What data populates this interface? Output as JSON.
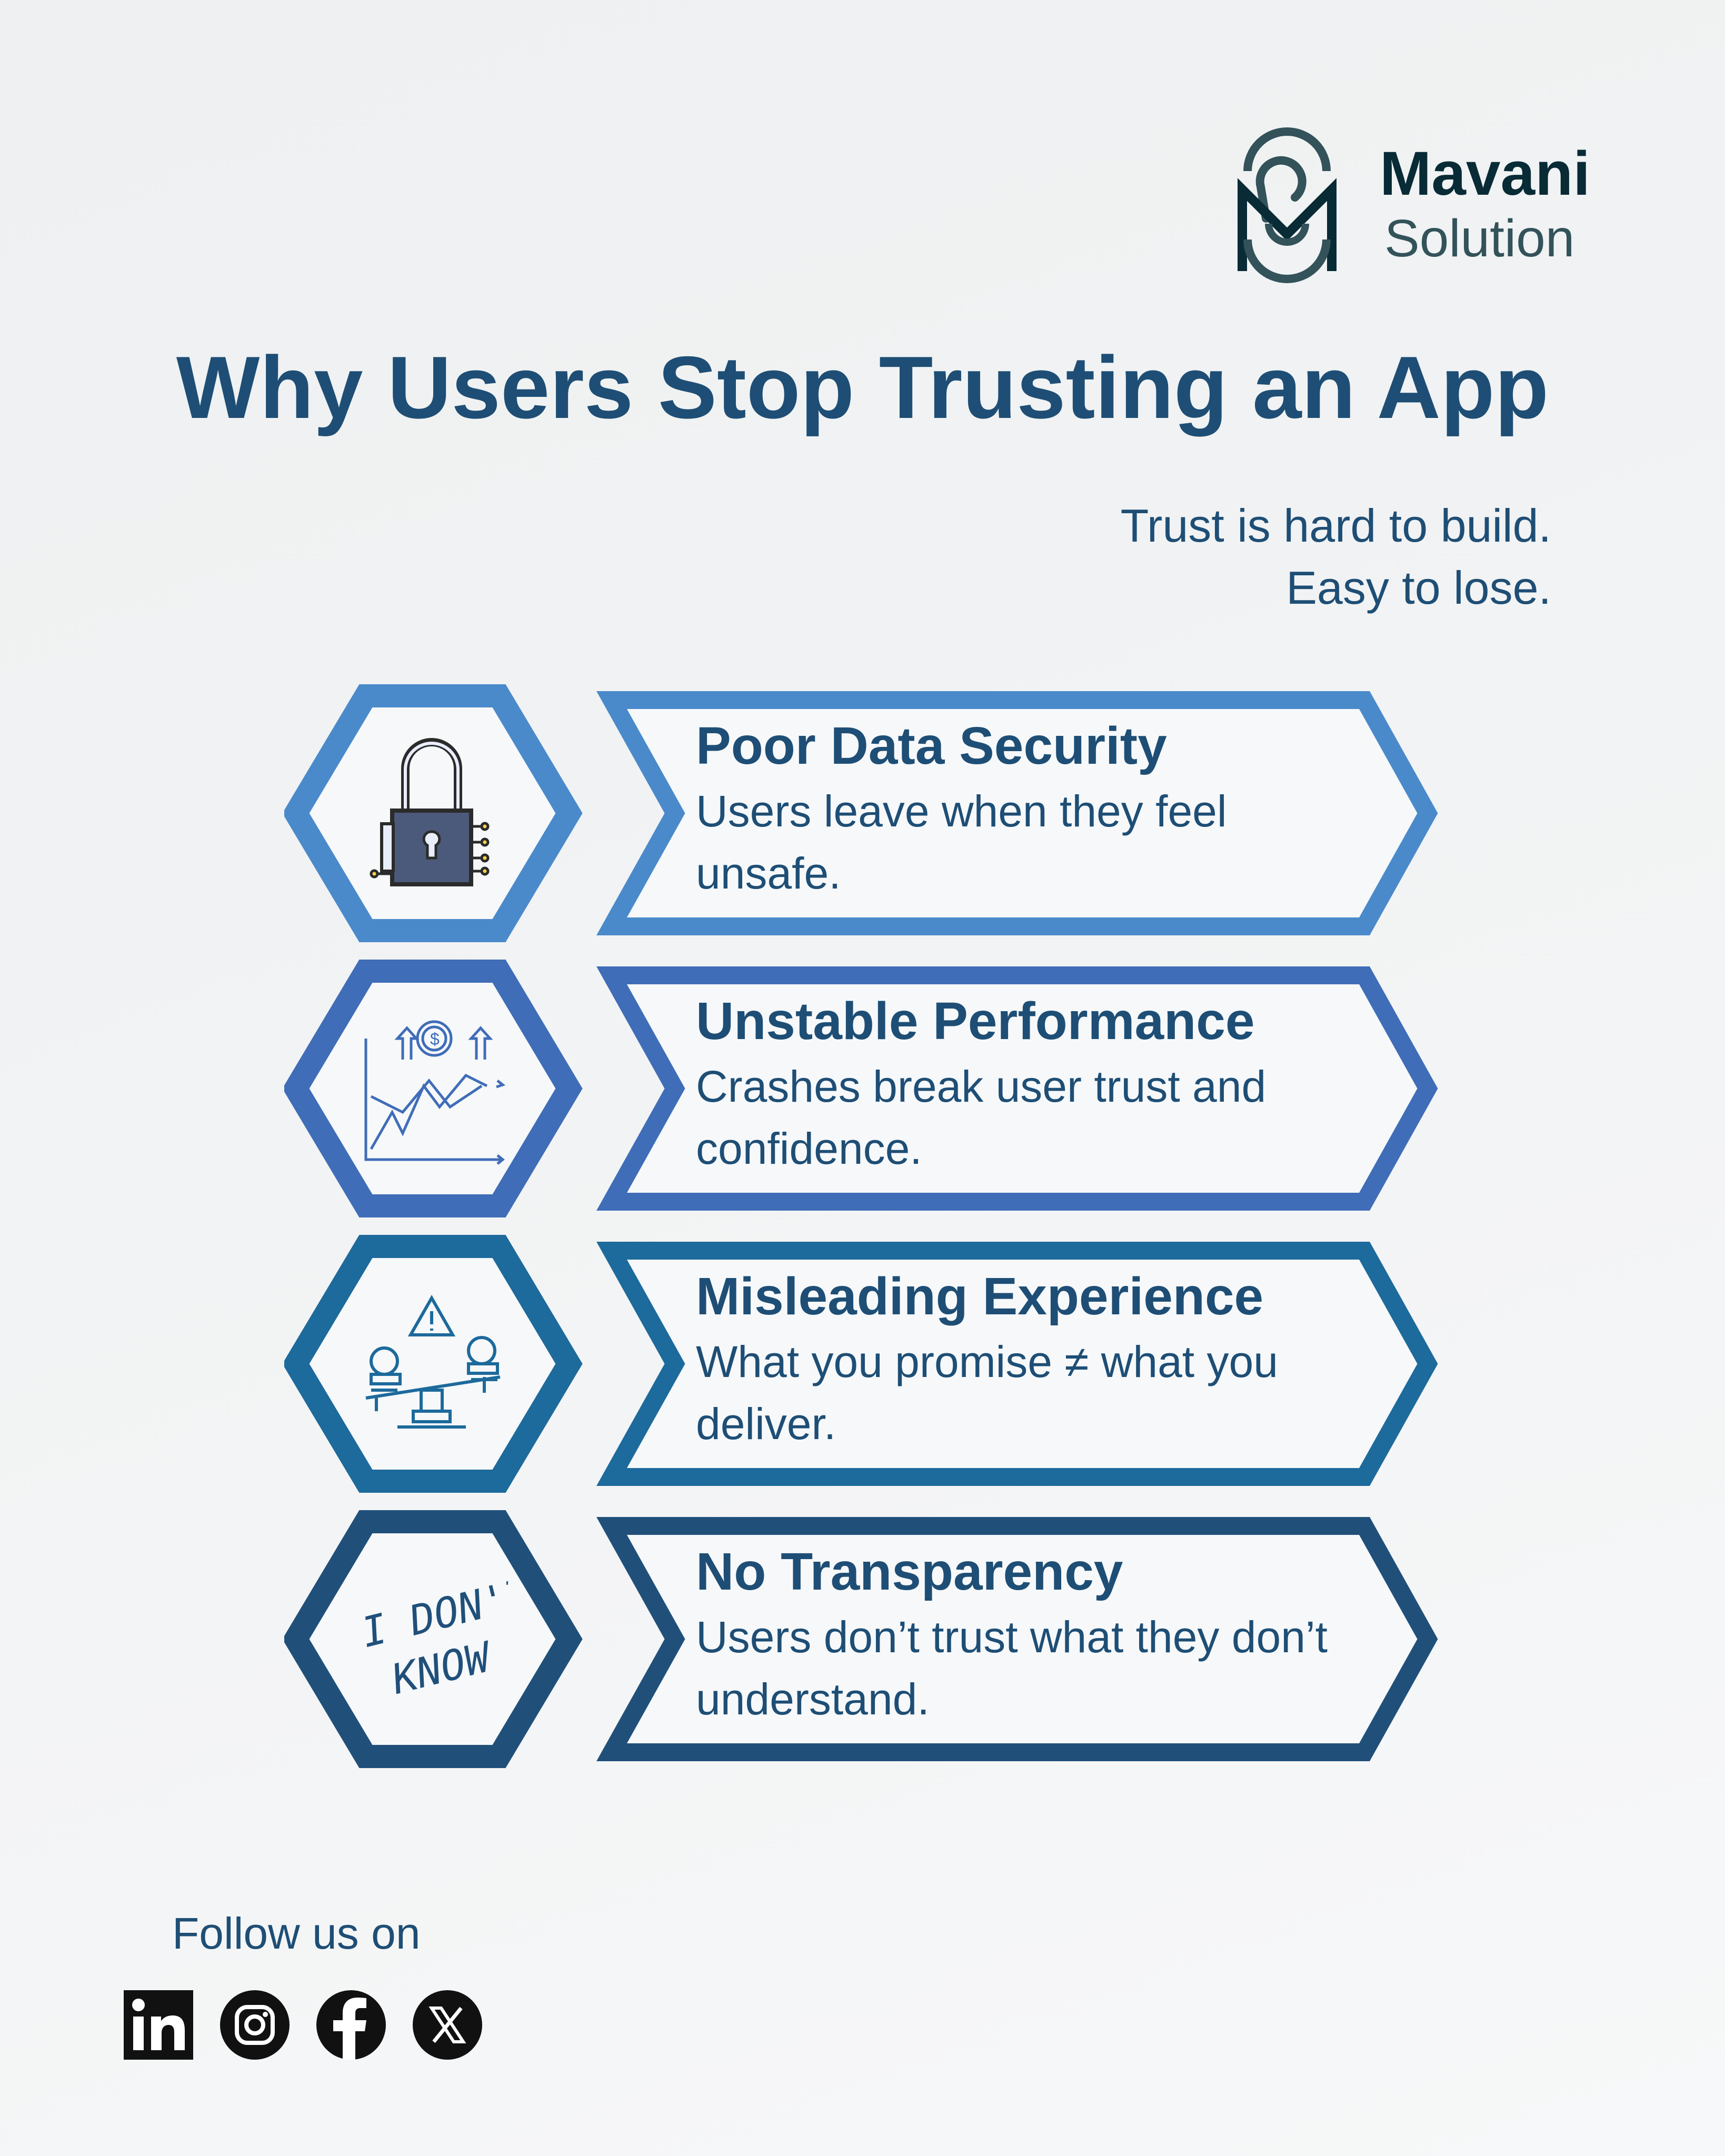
{
  "brand": {
    "name": "Mavani",
    "tagline": "Solution"
  },
  "title": "Why Users Stop Trusting an App",
  "subtitle": {
    "line1": "Trust is hard to build.",
    "line2": "Easy to lose."
  },
  "items": [
    {
      "heading": "Poor Data Security",
      "description": "Users leave when they feel unsafe.",
      "icon": "padlock-circuit-icon",
      "color": "#4a8acb"
    },
    {
      "heading": "Unstable Performance",
      "description": "Crashes break user trust and confidence.",
      "icon": "volatile-chart-icon",
      "color": "#3f6db8"
    },
    {
      "heading": "Misleading Experience",
      "description": "What you promise ≠ what you deliver.",
      "icon": "unbalanced-scale-warning-icon",
      "color": "#1d6a9c"
    },
    {
      "heading": "No Transparency",
      "description": "Users don’t trust what they don’t understand.",
      "icon": "i-dont-know-text-icon",
      "icon_text": "I DON'T KNOW",
      "color": "#20507a"
    }
  ],
  "footer": {
    "follow_label": "Follow us on",
    "social": [
      "linkedin-icon",
      "instagram-icon",
      "facebook-icon",
      "x-icon"
    ]
  }
}
